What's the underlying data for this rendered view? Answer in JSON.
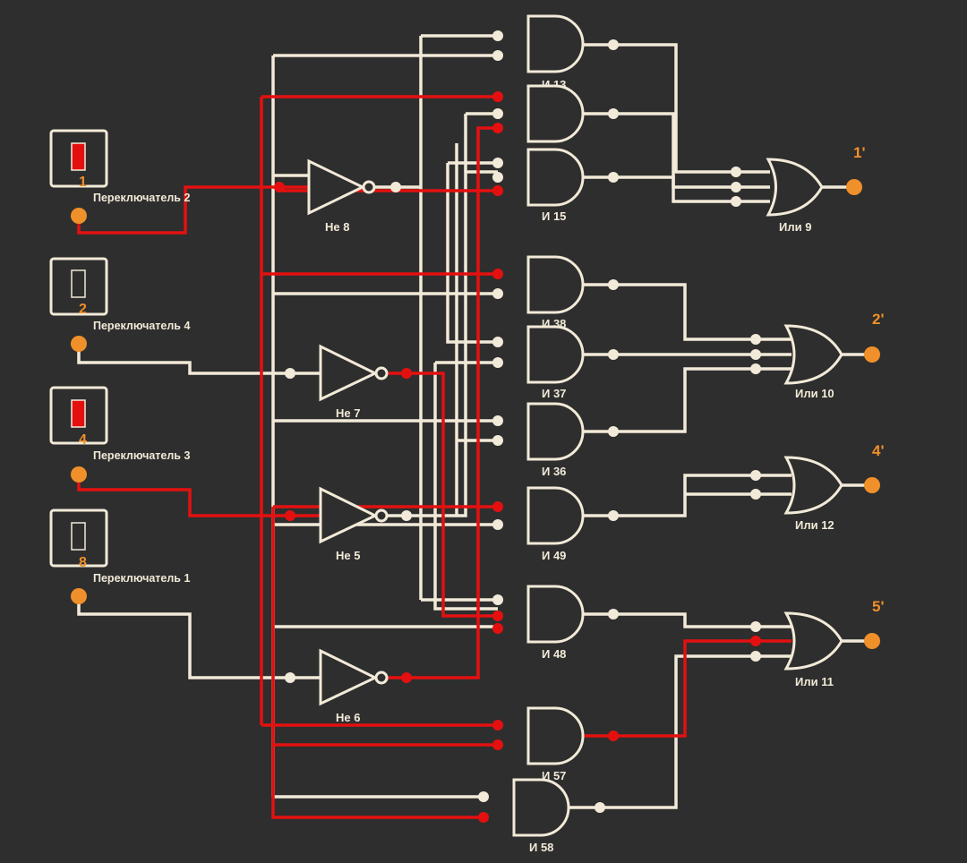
{
  "switches": [
    {
      "id": "sw-2",
      "label": "Переключатель 2",
      "number": "1",
      "state": "on"
    },
    {
      "id": "sw-4",
      "label": "Переключатель 4",
      "number": "2",
      "state": "off"
    },
    {
      "id": "sw-3",
      "label": "Переключатель 3",
      "number": "4",
      "state": "on"
    },
    {
      "id": "sw-1",
      "label": "Переключатель 1",
      "number": "8",
      "state": "off"
    }
  ],
  "not_gates": [
    {
      "id": "ne-8",
      "label": "Не 8"
    },
    {
      "id": "ne-7",
      "label": "Не 7"
    },
    {
      "id": "ne-5",
      "label": "Не 5"
    },
    {
      "id": "ne-6",
      "label": "Не 6"
    }
  ],
  "and_gates": [
    {
      "id": "i-13",
      "label": "И 13"
    },
    {
      "id": "i-14",
      "label": ""
    },
    {
      "id": "i-15",
      "label": "И 15"
    },
    {
      "id": "i-38",
      "label": "И 38"
    },
    {
      "id": "i-37",
      "label": "И 37"
    },
    {
      "id": "i-36",
      "label": "И 36"
    },
    {
      "id": "i-49",
      "label": "И 49"
    },
    {
      "id": "i-48",
      "label": "И 48"
    },
    {
      "id": "i-57",
      "label": "И 57"
    },
    {
      "id": "i-58",
      "label": "И 58"
    }
  ],
  "or_gates": [
    {
      "id": "ili-9",
      "label": "Или 9"
    },
    {
      "id": "ili-10",
      "label": "Или 10"
    },
    {
      "id": "ili-12",
      "label": "Или 12"
    },
    {
      "id": "ili-11",
      "label": "Или 11"
    }
  ],
  "outputs": [
    {
      "id": "out-1",
      "label": "1'"
    },
    {
      "id": "out-2",
      "label": "2'"
    },
    {
      "id": "out-4",
      "label": "4'"
    },
    {
      "id": "out-5",
      "label": "5'"
    }
  ],
  "colors": {
    "background": "#2e2e2e",
    "wire_off": "#f2ead8",
    "wire_on": "#e41010",
    "accent": "#f0902a"
  }
}
